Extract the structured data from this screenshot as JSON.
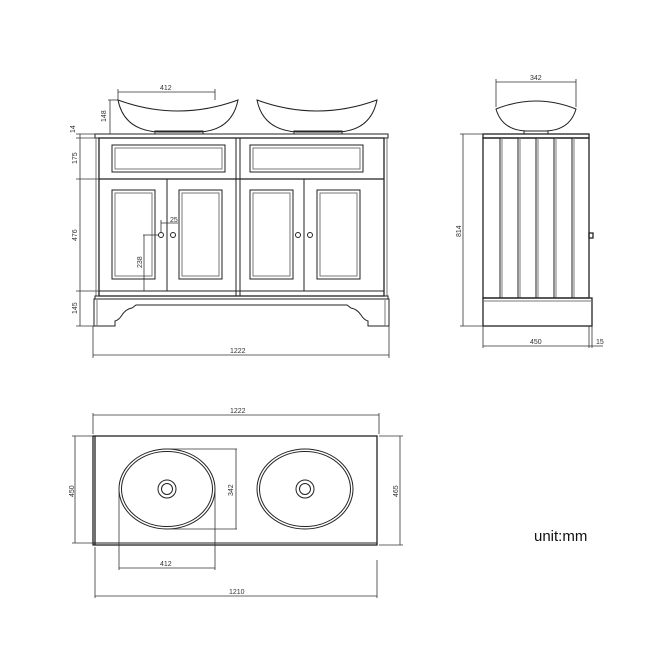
{
  "drawing": {
    "subject": "Double vanity unit technical drawing",
    "unit_label": "unit:mm",
    "front_view": {
      "basin_width": "412",
      "basin_height": "148",
      "countertop_thickness": "14",
      "drawer_height": "175",
      "door_height": "476",
      "plinth_height": "145",
      "handle_offset": "25",
      "handle_height": "238",
      "overall_width": "1222"
    },
    "side_view": {
      "basin_depth": "342",
      "overall_height": "814",
      "cabinet_depth": "450",
      "handle_projection": "15"
    },
    "top_view": {
      "countertop_width": "1222",
      "cabinet_depth_left": "450",
      "countertop_depth": "465",
      "basin_length": "412",
      "basin_width": "342",
      "cabinet_width": "1210"
    }
  }
}
